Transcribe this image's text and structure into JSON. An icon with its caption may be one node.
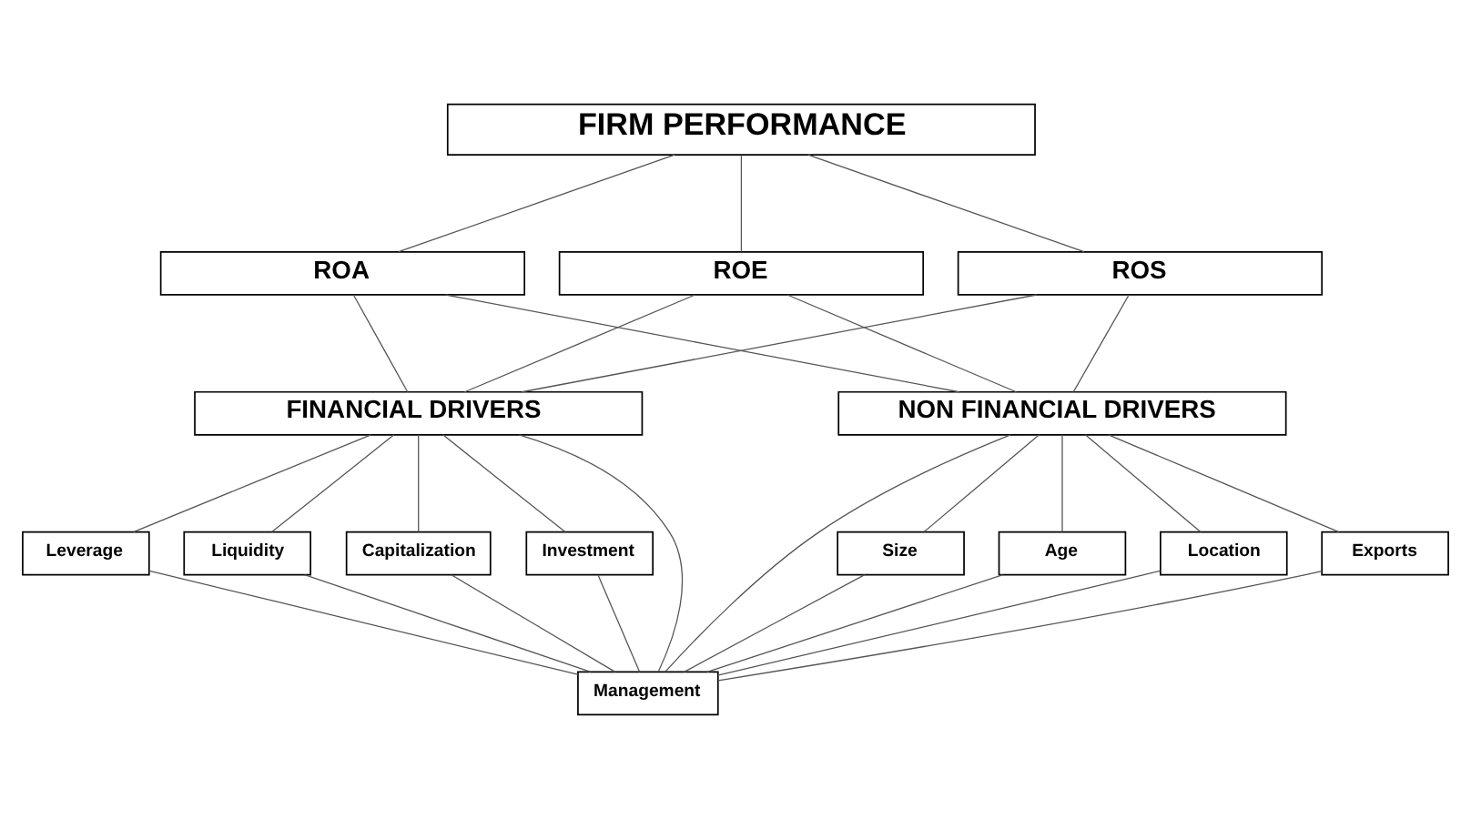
{
  "diagram": {
    "nodes": [
      {
        "text": [
          "FIRM PERFORMANCE"
        ]
      },
      {
        "text": [
          "ROA"
        ]
      },
      {
        "text": [
          "ROE"
        ]
      },
      {
        "text": [
          "ROS"
        ]
      },
      {
        "text": [
          "FINANCIAL DRIVERS"
        ]
      },
      {
        "text": [
          "NON FINANCIAL DRIVERS"
        ]
      },
      {
        "text": [
          "Leverage"
        ]
      },
      {
        "text": [
          "Liquidity"
        ]
      },
      {
        "text": [
          "Capitalization"
        ]
      },
      {
        "text": [
          "Investment"
        ]
      },
      {
        "text": [
          "Size"
        ]
      },
      {
        "text": [
          "Age"
        ]
      },
      {
        "text": [
          "Location"
        ]
      },
      {
        "text": [
          "Exports"
        ]
      },
      {
        "text": [
          "Management"
        ]
      }
    ],
    "edges": [
      {
        "from": 0,
        "to": 1,
        "arrow": "none"
      },
      {
        "from": 0,
        "to": 2,
        "arrow": "none"
      },
      {
        "from": 0,
        "to": 3,
        "arrow": "none"
      },
      {
        "from": 1,
        "to": 4,
        "arrow": "none"
      },
      {
        "from": 1,
        "to": 5,
        "arrow": "none"
      },
      {
        "from": 2,
        "to": 4,
        "arrow": "none"
      },
      {
        "from": 2,
        "to": 5,
        "arrow": "none"
      },
      {
        "from": 3,
        "to": 4,
        "arrow": "none"
      },
      {
        "from": 3,
        "to": 5,
        "arrow": "none"
      },
      {
        "from": 4,
        "to": 6,
        "arrow": "none"
      },
      {
        "from": 4,
        "to": 7,
        "arrow": "none"
      },
      {
        "from": 4,
        "to": 8,
        "arrow": "none"
      },
      {
        "from": 4,
        "to": 9,
        "arrow": "none"
      },
      {
        "from": 4,
        "to": 14,
        "arrow": "none"
      },
      {
        "from": 5,
        "to": 14,
        "arrow": "none"
      },
      {
        "from": 5,
        "to": 10,
        "arrow": "none"
      },
      {
        "from": 5,
        "to": 11,
        "arrow": "none"
      },
      {
        "from": 5,
        "to": 12,
        "arrow": "none"
      },
      {
        "from": 5,
        "to": 13,
        "arrow": "none"
      },
      {
        "from": 6,
        "to": 14,
        "arrow": "none"
      },
      {
        "from": 7,
        "to": 14,
        "arrow": "none"
      },
      {
        "from": 8,
        "to": 14,
        "arrow": "none"
      },
      {
        "from": 9,
        "to": 14,
        "arrow": "none"
      },
      {
        "from": 10,
        "to": 14,
        "arrow": "none"
      },
      {
        "from": 11,
        "to": 14,
        "arrow": "none"
      },
      {
        "from": 12,
        "to": 14,
        "arrow": "none"
      },
      {
        "from": 13,
        "to": 14,
        "arrow": "none"
      }
    ]
  }
}
